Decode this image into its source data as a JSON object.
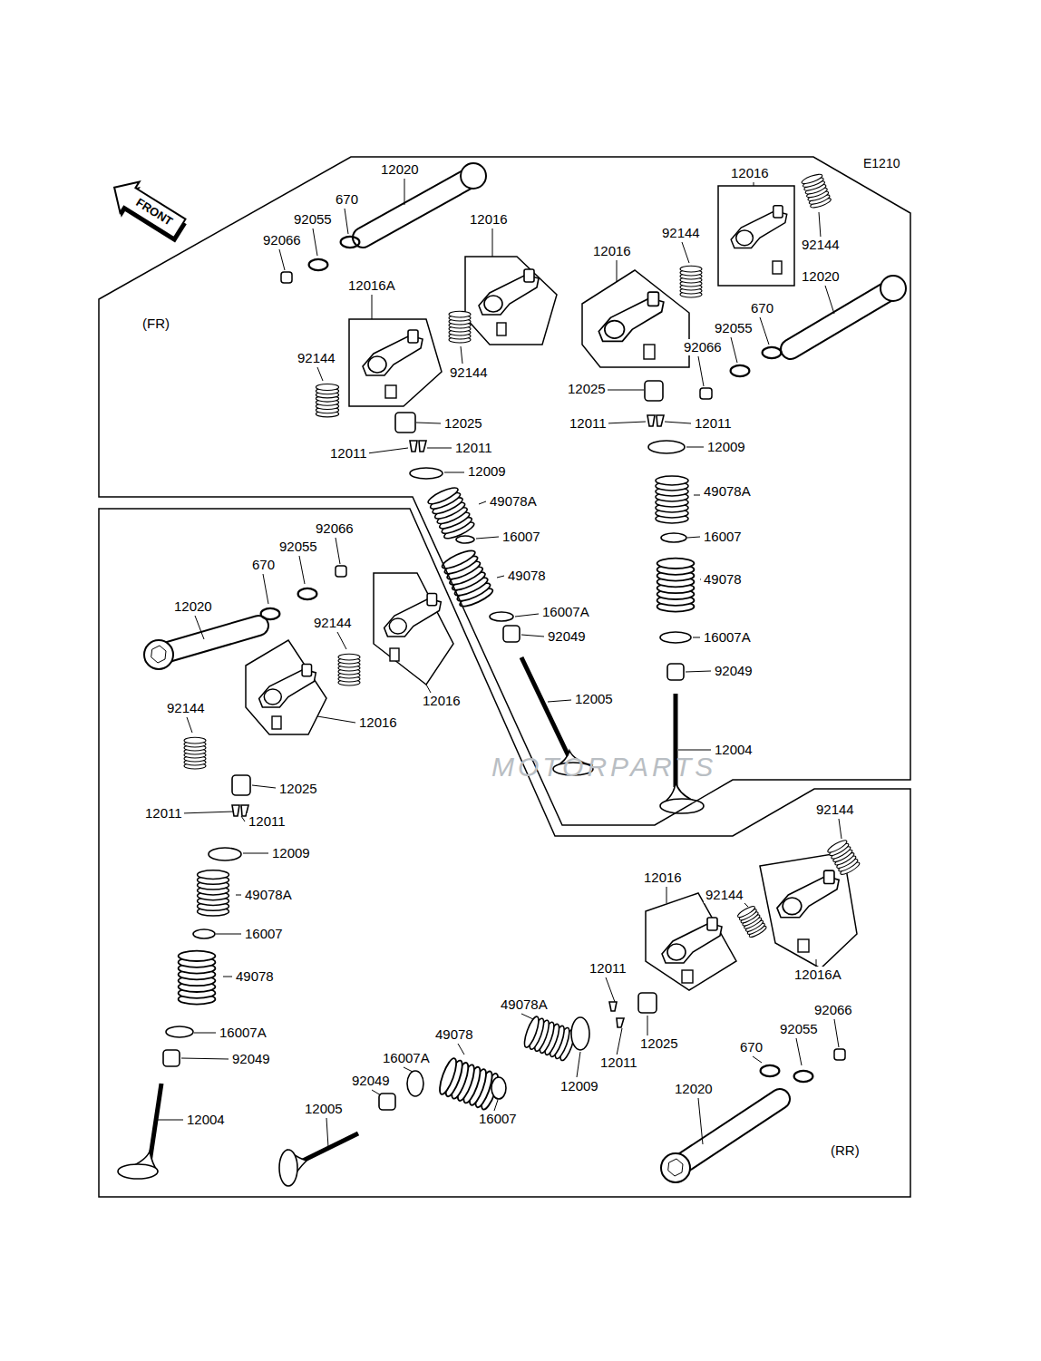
{
  "diagram": {
    "nodes": [
      {
        "text": [
          "(FR)"
        ]
      },
      {
        "text": [
          "(RR)"
        ]
      }
    ],
    "labels": [
      "E1210",
      "FRONT",
      "12020",
      "670",
      "92055",
      "92066",
      "12016",
      "12016",
      "92144",
      "92144",
      "12016",
      "12016A",
      "12020",
      "670",
      "92055",
      "92066",
      "92144",
      "92144",
      "12025",
      "12025",
      "12011",
      "12011",
      "12011",
      "12011",
      "12009",
      "12009",
      "49078A",
      "49078A",
      "16007",
      "16007",
      "49078",
      "49078",
      "16007A",
      "16007A",
      "92049",
      "92049",
      "12005",
      "12004",
      "92066",
      "92055",
      "670",
      "12020",
      "92144",
      "12016",
      "92144",
      "12016",
      "12025",
      "12011",
      "12011",
      "12009",
      "49078A",
      "16007",
      "49078",
      "16007A",
      "92049",
      "12004",
      "92144",
      "12016",
      "92144",
      "12016A",
      "12011",
      "49078A",
      "92066",
      "49078",
      "92055",
      "12025",
      "16007A",
      "670",
      "12011",
      "92049",
      "12009",
      "12020",
      "12005",
      "16007",
      "MOTORPARTS"
    ]
  }
}
